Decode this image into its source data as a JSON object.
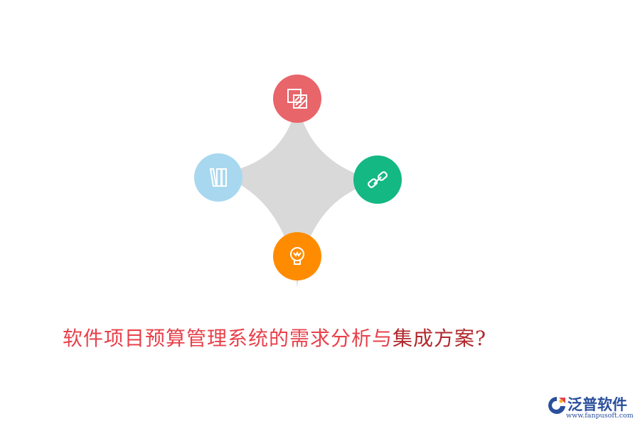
{
  "title": {
    "part1": "软件项目预算管理系统的需求分析与",
    "part2": "集成方案?"
  },
  "nodes": [
    {
      "icon": "layers-icon",
      "color": "#e8656a"
    },
    {
      "icon": "book-stack-icon",
      "color": "#a8d8ef"
    },
    {
      "icon": "link-icon",
      "color": "#14b882"
    },
    {
      "icon": "lightbulb-icon",
      "color": "#ff8c00"
    }
  ],
  "star_color": "#d9d9d9",
  "logo": {
    "name": "泛普软件",
    "url": "www.fanpusoft.com",
    "color": "#2a4f9c"
  }
}
